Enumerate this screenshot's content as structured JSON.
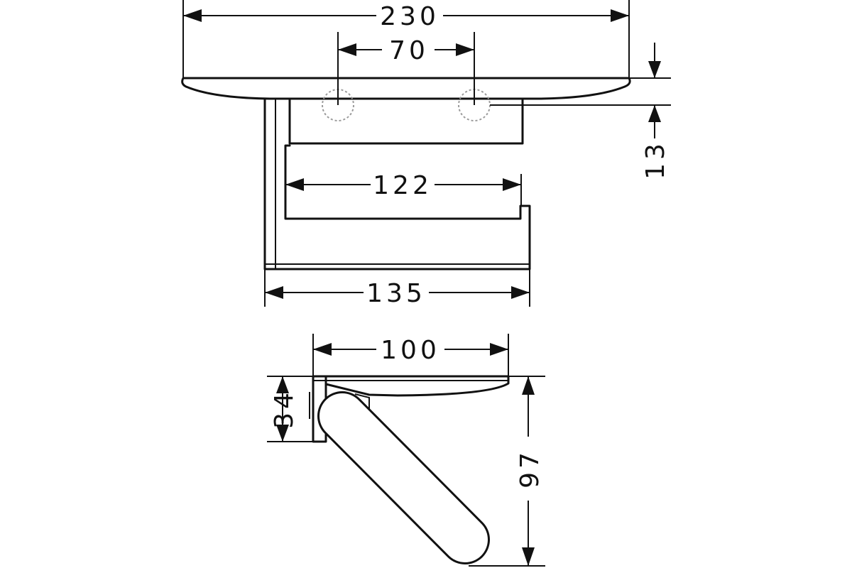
{
  "drawing": {
    "colors": {
      "line": "#111111",
      "hidden": "#9a9a9a",
      "background": "#ffffff"
    },
    "top_view": {
      "overall_width": "230",
      "mount_spacing": "70",
      "shelf_thickness": "13",
      "roll_length": "122",
      "bracket_width": "135"
    },
    "side_view": {
      "shelf_depth": "100",
      "wall_plate_height": "34",
      "total_height": "97"
    }
  }
}
